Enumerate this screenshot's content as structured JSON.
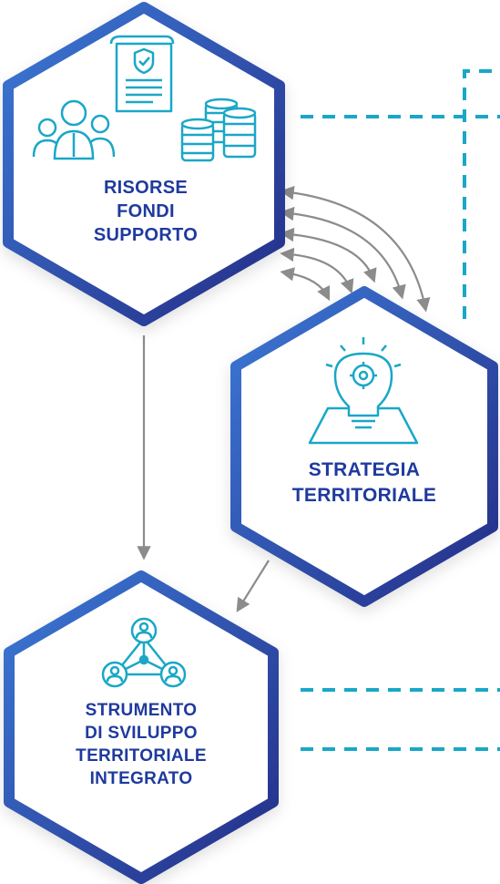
{
  "colors": {
    "hex_border_dark": "#252d86",
    "hex_border_light": "#3b79d6",
    "label": "#1f3a9e",
    "icon": "#1aa7c7",
    "arrow": "#8c8c8c",
    "dashed": "#1aa7c7"
  },
  "hex_resources": {
    "label_line1": "RISORSE",
    "label_line2": "FONDI",
    "label_line3": "SUPPORTO",
    "icons": [
      "document-shield-icon",
      "people-group-icon",
      "coin-stacks-icon"
    ]
  },
  "hex_strategy": {
    "label_line1": "STRATEGIA",
    "label_line2": "TERRITORIALE",
    "icon": "lightbulb-gear-icon"
  },
  "hex_tool": {
    "label_line1": "STRUMENTO",
    "label_line2": "DI SVILUPPO",
    "label_line3": "TERRITORIALE",
    "label_line4": "INTEGRATO",
    "icon": "network-people-icon"
  }
}
